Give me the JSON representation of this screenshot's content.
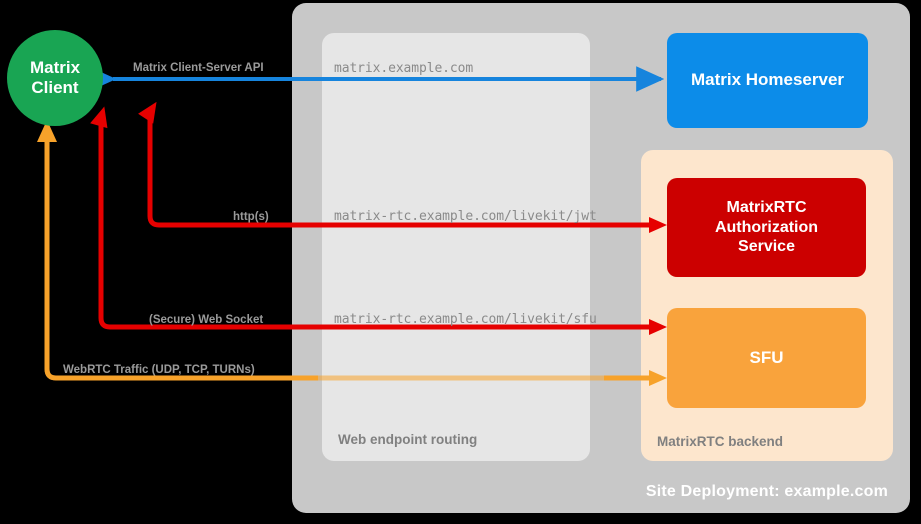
{
  "site": {
    "label": "Site Deployment: example.com",
    "color": "#c8c8c8"
  },
  "web_endpoint": {
    "label": "Web endpoint routing",
    "color": "#e6e6e6",
    "endpoints": [
      "matrix.example.com",
      "matrix-rtc.example.com/livekit/jwt",
      "matrix-rtc.example.com/livekit/sfu"
    ]
  },
  "rtc_backend": {
    "label": "MatrixRTC backend",
    "color": "#fde6cd"
  },
  "client": {
    "line1": "Matrix",
    "line2": "Client",
    "color": "#19a553"
  },
  "services": {
    "homeserver": {
      "label": "Matrix Homeserver",
      "color": "#0c8ce9"
    },
    "authorization": {
      "line1": "MatrixRTC",
      "line2": "Authorization",
      "line3": "Service",
      "color": "#cc0000"
    },
    "sfu": {
      "label": "SFU",
      "color": "#f9a33c"
    }
  },
  "flows": [
    {
      "name": "matrix-client-server-api",
      "label": "Matrix Client-Server API",
      "color": "#1684dd"
    },
    {
      "name": "http-s",
      "label": "http(s)",
      "color": "#e60000"
    },
    {
      "name": "secure-web-socket",
      "label": "(Secure) Web Socket",
      "color": "#e60000"
    },
    {
      "name": "webrtc-traffic",
      "label": "WebRTC Traffic (UDP, TCP, TURNs)",
      "color": "#f7a22a"
    }
  ]
}
